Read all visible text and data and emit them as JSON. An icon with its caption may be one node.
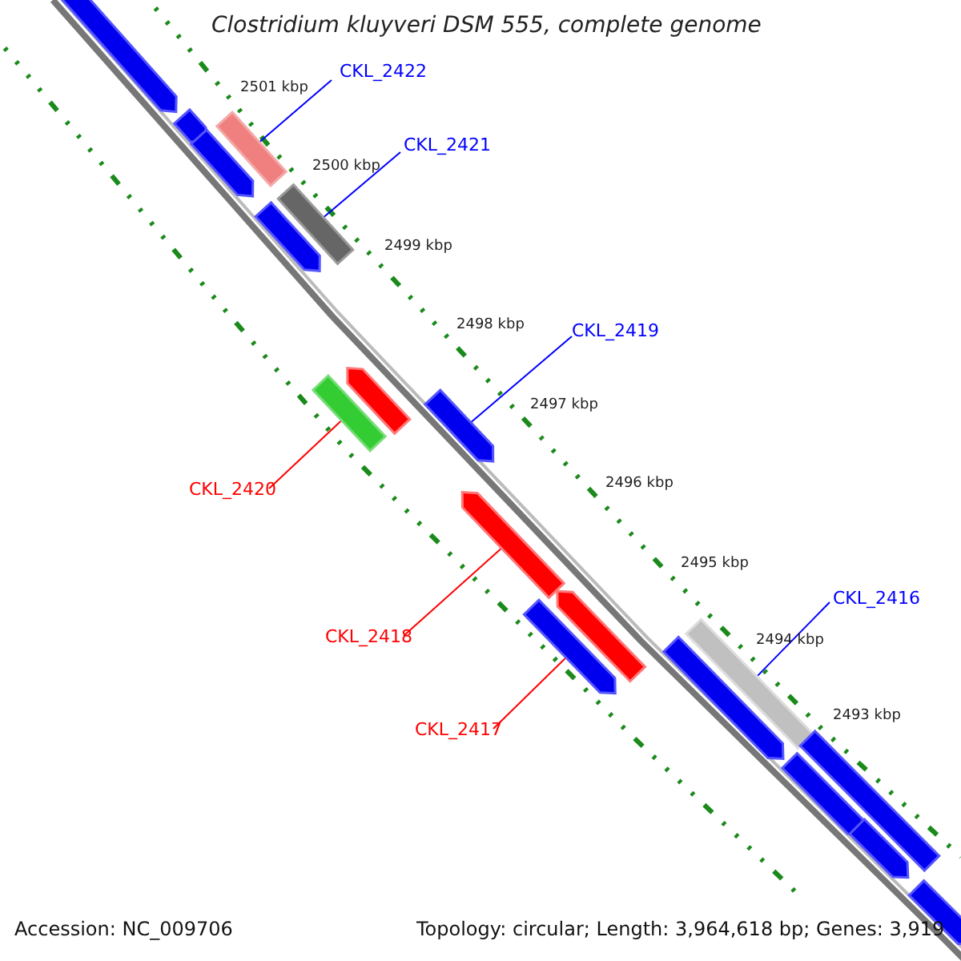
{
  "diagram": {
    "title": "Clostridium kluyveri DSM 555, complete genome",
    "nodes": [
      {
        "text": [
          "CKL_2422"
        ]
      },
      {
        "text": [],
        "shape": "bar"
      },
      {
        "text": [
          "CKL_2421"
        ]
      },
      {
        "text": [],
        "shape": "bar"
      },
      {
        "text": [
          "CKL_2419"
        ]
      },
      {
        "text": [],
        "shape": "arrow"
      },
      {
        "text": [
          "CKL_2420"
        ]
      },
      {
        "text": [],
        "shape": "bar"
      },
      {
        "text": [
          "CKL_2418"
        ]
      },
      {
        "text": [],
        "shape": "arrow"
      },
      {
        "text": [
          "CKL_2417"
        ]
      },
      {
        "text": [],
        "shape": "arrow"
      },
      {
        "text": [
          "CKL_2416"
        ]
      },
      {
        "text": [],
        "shape": "bar"
      },
      {
        "text": [],
        "shape": "arrow"
      },
      {
        "text": [],
        "shape": "arrow"
      },
      {
        "text": [],
        "shape": "arrow"
      },
      {
        "text": [],
        "shape": "arrow"
      },
      {
        "text": [],
        "shape": "arrow"
      },
      {
        "text": [],
        "shape": "arrow"
      },
      {
        "text": [],
        "shape": "arrow"
      },
      {
        "text": [],
        "shape": "bar"
      },
      {
        "text": [],
        "shape": "arrow"
      },
      {
        "text": [],
        "shape": "arrow"
      },
      {
        "text": [],
        "shape": "arrow"
      }
    ],
    "edges": [
      {
        "from": 0,
        "to": 1,
        "arrow": "none"
      },
      {
        "from": 2,
        "to": 3,
        "arrow": "none"
      },
      {
        "from": 4,
        "to": 5,
        "arrow": "none"
      },
      {
        "from": 6,
        "to": 7,
        "arrow": "none",
        "color": "#ff0000"
      },
      {
        "from": 8,
        "to": 9,
        "arrow": "none",
        "color": "#ff0000"
      },
      {
        "from": 10,
        "to": 11,
        "arrow": "none",
        "color": "#ff0000"
      },
      {
        "from": 12,
        "to": 13,
        "arrow": "none"
      }
    ],
    "labels": [
      "2501 kbp",
      "2500 kbp",
      "2499 kbp",
      "2498 kbp",
      "2497 kbp",
      "2496 kbp",
      "2495 kbp",
      "2494 kbp",
      "2493 kbp",
      "Accession: NC_009706",
      "Topology: circular; Length: 3,964,618 bp; Genes: 3,919"
    ]
  }
}
